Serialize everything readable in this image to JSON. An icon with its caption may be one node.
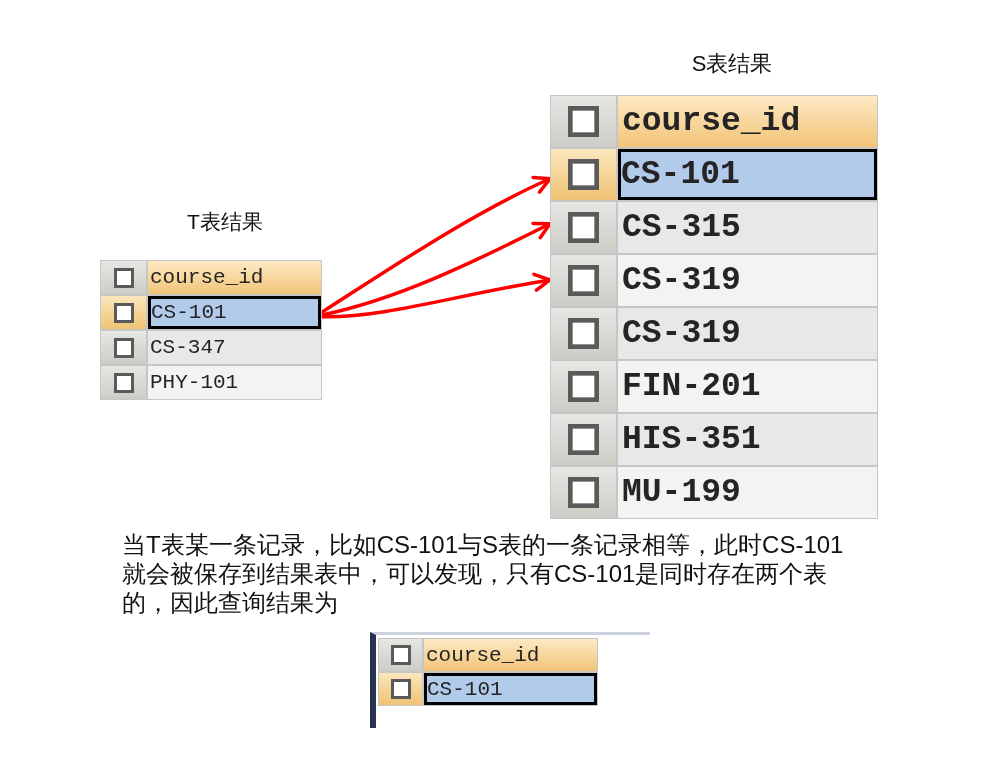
{
  "diagram": {
    "nodes": [
      {
        "text": [
          "T表结果"
        ]
      },
      {
        "text": [
          "course_id"
        ],
        "in": 0
      },
      {
        "text": [
          "CS-101"
        ],
        "in": 0
      },
      {
        "text": [
          "CS-347"
        ],
        "in": 0
      },
      {
        "text": [
          "PHY-101"
        ],
        "in": 0
      },
      {
        "text": [
          "S表结果"
        ]
      },
      {
        "text": [
          "course_id"
        ],
        "in": 5
      },
      {
        "text": [
          "CS-101"
        ],
        "in": 5
      },
      {
        "text": [
          "CS-315"
        ],
        "in": 5
      },
      {
        "text": [
          "CS-319"
        ],
        "in": 5
      },
      {
        "text": [
          "CS-319"
        ],
        "in": 5
      },
      {
        "text": [
          "FIN-201"
        ],
        "in": 5
      },
      {
        "text": [
          "HIS-351"
        ],
        "in": 5
      },
      {
        "text": [
          "MU-199"
        ],
        "in": 5
      },
      {
        "text": [],
        "shape": "box"
      },
      {
        "text": [
          "course_id"
        ],
        "in": 14
      },
      {
        "text": [
          "CS-101"
        ],
        "in": 14
      }
    ],
    "edges": [
      {
        "from": 2,
        "to": 7,
        "arrow": "to"
      },
      {
        "from": 2,
        "to": 8,
        "arrow": "to"
      },
      {
        "from": 2,
        "to": 9,
        "arrow": "to"
      }
    ],
    "labels": [
      "当T表某一条记录，比如CS-101与S表的一条记录相等，此时CS-101就会被保存到结果表中，可以发现，只有CS-101是同时存在两个表的，因此查询结果为"
    ]
  }
}
